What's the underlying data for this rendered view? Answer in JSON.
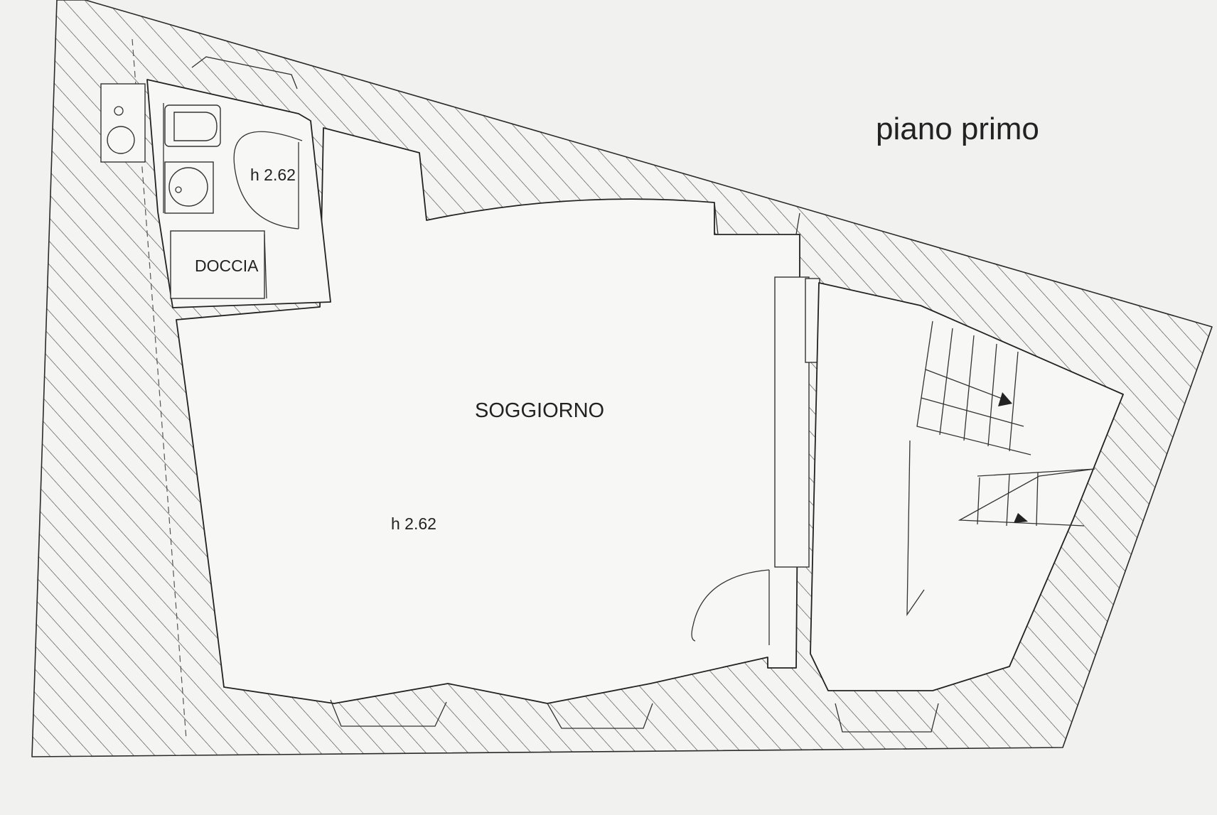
{
  "title": "piano primo",
  "rooms": {
    "bathroom_height": "h 2.62",
    "shower": "DOCCIA",
    "living": "SOGGIORNO",
    "living_height": "h 2.62"
  },
  "colors": {
    "paper": "#f1f1f0",
    "line": "#222222",
    "room_fill": "#f7f7f6"
  }
}
